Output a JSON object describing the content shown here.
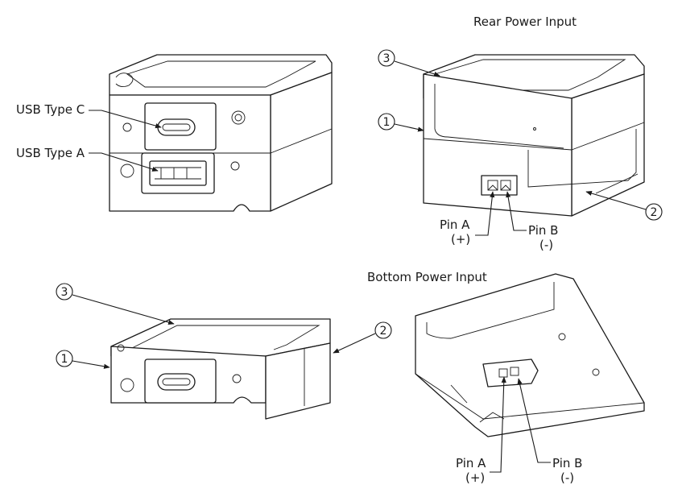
{
  "titles": {
    "rear": "Rear Power Input",
    "bottom": "Bottom Power Input"
  },
  "labels": {
    "usb_c": "USB Type C",
    "usb_a": "USB Type A",
    "pin_a": "Pin A",
    "pin_a_polarity": "(+)",
    "pin_b": "Pin B",
    "pin_b_polarity": "(-)"
  },
  "callouts": {
    "one": "1",
    "two": "2",
    "three": "3"
  },
  "colors": {
    "line": "#1a1a1a",
    "background": "#ffffff"
  }
}
